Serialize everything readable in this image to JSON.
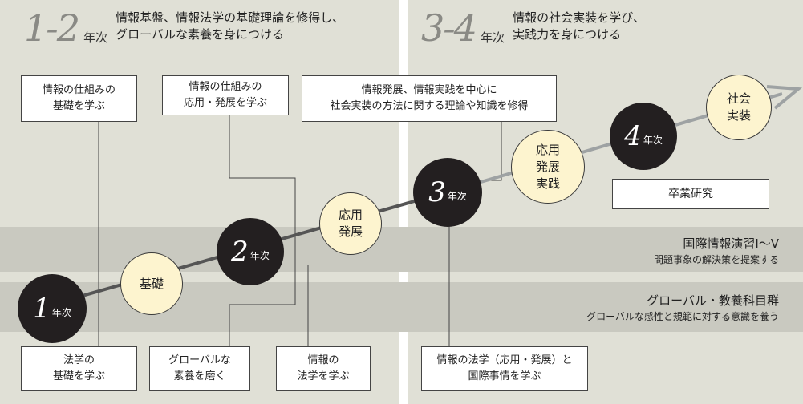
{
  "colors": {
    "panel": "#e0e0d6",
    "band": "#c9c9c0",
    "dark_node": "#231f20",
    "light_node": "#fdf4cf",
    "arrow_dark": "#555555",
    "arrow_light": "#9ea2a3"
  },
  "headings": [
    {
      "num": "1-2",
      "year_word": "年次",
      "desc": "情報基盤、情報法学の基礎理論を修得し、\nグローバルな素養を身につける"
    },
    {
      "num": "3-4",
      "year_word": "年次",
      "desc": "情報の社会実装を学び、\n実践力を身につける"
    }
  ],
  "top_boxes": [
    "情報の仕組みの\n基礎を学ぶ",
    "情報の仕組みの\n応用・発展を学ぶ",
    "情報発展、情報実践を中心に\n社会実装の方法に関する理論や知識を修得"
  ],
  "bottom_boxes": [
    "法学の\n基礎を学ぶ",
    "グローバルな\n素養を磨く",
    "情報の\n法学を学ぶ",
    "情報の法学（応用・発展）と\n国際事情を学ぶ"
  ],
  "graduation_box": "卒業研究",
  "bands": [
    {
      "title": "国際情報演習Ⅰ〜Ⅴ",
      "subtitle": "問題事象の解決策を提案する"
    },
    {
      "title": "グローバル・教養科目群",
      "subtitle": "グローバルな感性と規範に対する意識を養う"
    }
  ],
  "year_nodes": [
    {
      "num": "1",
      "unit": "年次"
    },
    {
      "num": "2",
      "unit": "年次"
    },
    {
      "num": "3",
      "unit": "年次"
    },
    {
      "num": "4",
      "unit": "年次"
    }
  ],
  "stage_nodes": [
    "基礎",
    "応用\n発展",
    "応用\n発展\n実践",
    "社会\n実装"
  ]
}
